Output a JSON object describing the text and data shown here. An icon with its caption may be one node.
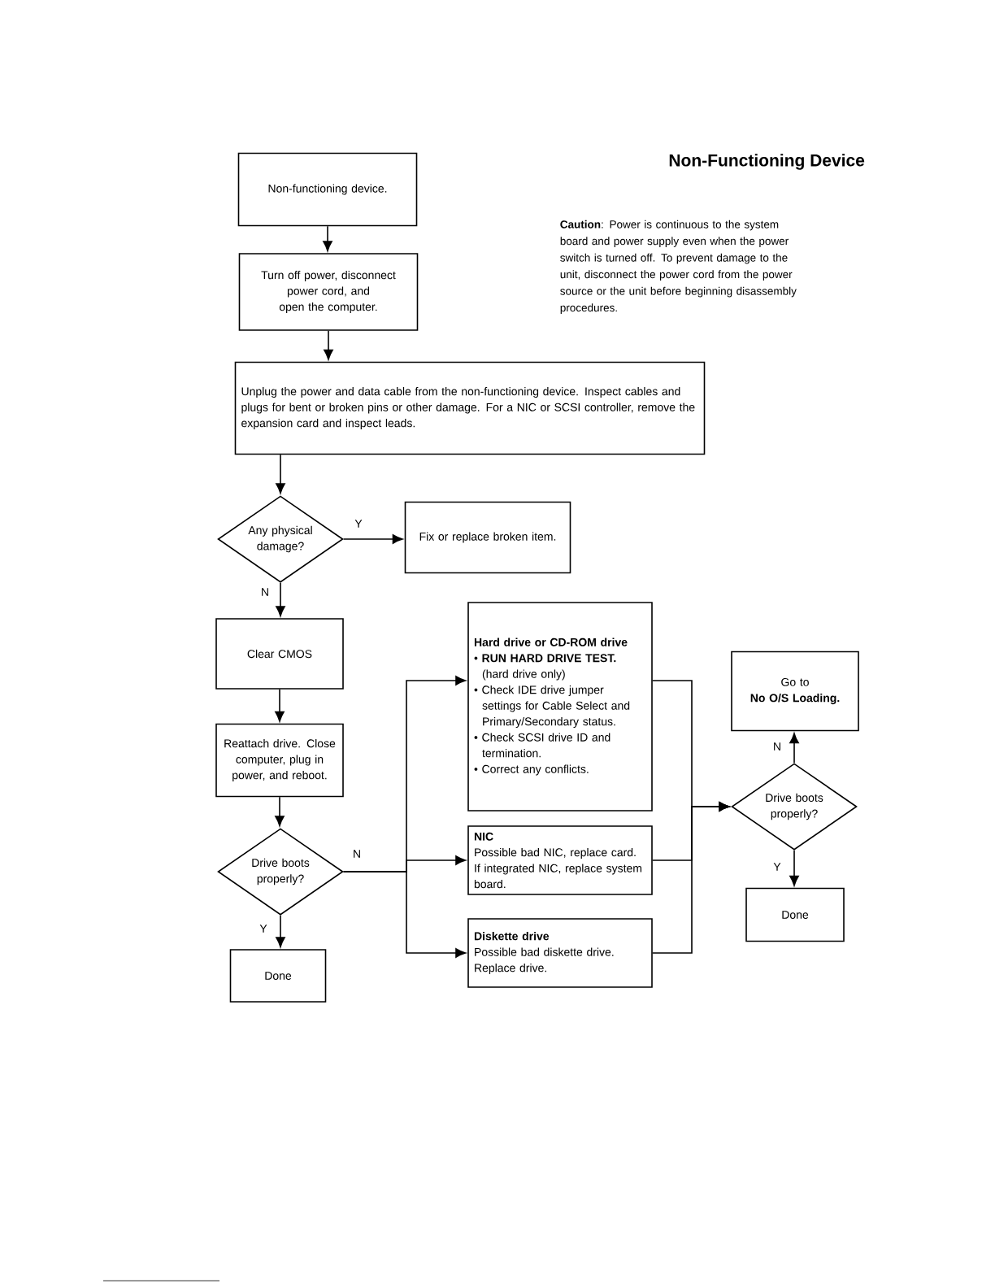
{
  "diagram": {
    "title": "Non-Functioning Device",
    "nodes": [
      {
        "text": [
          "Non-functioning device."
        ]
      },
      {
        "text": [
          "Turn off power, disconnect power cord, and open the computer."
        ]
      },
      {
        "text": [
          "Unplug the power and data cable from the non-functioning device. Inspect cables and plugs for bent or broken pins or other damage. For a NIC or SCSI controller, remove the expansion card and inspect leads."
        ]
      },
      {
        "text": [
          "Any physical damage?"
        ]
      },
      {
        "text": [
          "Fix or replace broken item."
        ]
      },
      {
        "text": [
          "Clear CMOS"
        ]
      },
      {
        "text": [
          "Reattach drive. Close computer, plug in power, and reboot."
        ]
      },
      {
        "text": [
          "Drive boots properly?"
        ]
      },
      {
        "text": [
          "Done"
        ]
      },
      {
        "text": [
          "Hard drive or CD-ROM drive",
          "• **RUN HARD DRIVE TEST.** (hard drive only)",
          "• Check IDE drive jumper settings for Cable Select and Primary/Secondary status.",
          "• Check SCSI drive ID and termination.",
          "• Correct any conflicts."
        ]
      },
      {
        "text": [
          "NIC",
          "Possible bad NIC, replace card. If integrated NIC, replace system board."
        ]
      },
      {
        "text": [
          "Diskette drive",
          "Possible bad diskette drive. Replace drive."
        ]
      },
      {
        "text": [
          "Go to",
          "No O/S Loading."
        ]
      },
      {
        "text": [
          "Drive boots properly?"
        ]
      },
      {
        "text": [
          "Done"
        ]
      }
    ],
    "edges": [
      {
        "from": 0,
        "to": 1,
        "arrow": "to"
      },
      {
        "from": 1,
        "to": 2,
        "arrow": "to"
      },
      {
        "from": 2,
        "to": 3,
        "arrow": "to"
      },
      {
        "from": 3,
        "to": 4,
        "arrow": "to",
        "label": "Y"
      },
      {
        "from": 3,
        "to": 5,
        "arrow": "to",
        "label": "N"
      },
      {
        "from": 5,
        "to": 6,
        "arrow": "to"
      },
      {
        "from": 6,
        "to": 7,
        "arrow": "to"
      },
      {
        "from": 7,
        "to": 8,
        "arrow": "to",
        "label": "Y"
      },
      {
        "from": 7,
        "to": 9,
        "arrow": "to"
      },
      {
        "from": 7,
        "to": 10,
        "arrow": "to",
        "label": "N"
      },
      {
        "from": 7,
        "to": 11,
        "arrow": "to"
      },
      {
        "from": 9,
        "to": 13,
        "arrow": "to"
      },
      {
        "from": 10,
        "to": 13,
        "arrow": "to"
      },
      {
        "from": 11,
        "to": 13,
        "arrow": "to"
      },
      {
        "from": 13,
        "to": 12,
        "arrow": "to",
        "label": "N"
      },
      {
        "from": 13,
        "to": 14,
        "arrow": "to",
        "label": "Y"
      }
    ],
    "labels": [
      "**Caution**: Power is continuous to the system board and power supply even when the power switch is turned off. To prevent damage to the unit, disconnect the power cord from the power source or the unit before beginning disassembly procedures."
    ]
  }
}
